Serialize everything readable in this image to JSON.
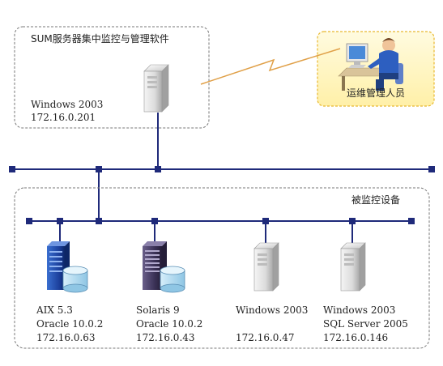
{
  "top_box": {
    "title": "SUM服务器集中监控与管理软件",
    "os": "Windows 2003",
    "ip": "172.16.0.201"
  },
  "operator": {
    "label": "运维管理人员"
  },
  "monitored_group": {
    "label": "被监控设备"
  },
  "devices": [
    {
      "line1": "AIX 5.3",
      "line2": "Oracle 10.0.2",
      "ip": "172.16.0.63",
      "icon": "ibm-server-database-icon"
    },
    {
      "line1": "Solaris 9",
      "line2": "Oracle 10.0.2",
      "ip": "172.16.0.43",
      "icon": "sun-server-database-icon"
    },
    {
      "line1": "Windows 2003",
      "line2": "",
      "ip": "172.16.0.47",
      "icon": "tower-server-icon"
    },
    {
      "line1": "Windows 2003",
      "line2": "SQL Server 2005",
      "ip": "172.16.0.146",
      "icon": "tower-server-icon"
    }
  ],
  "colors": {
    "network_line": "#1f2a7a",
    "node_square": "#1f2a7a",
    "dash_border": "#777777",
    "operator_box_fill": "#fff7c8",
    "operator_box_border": "#e8b830",
    "zigzag_link": "#e0a048"
  }
}
